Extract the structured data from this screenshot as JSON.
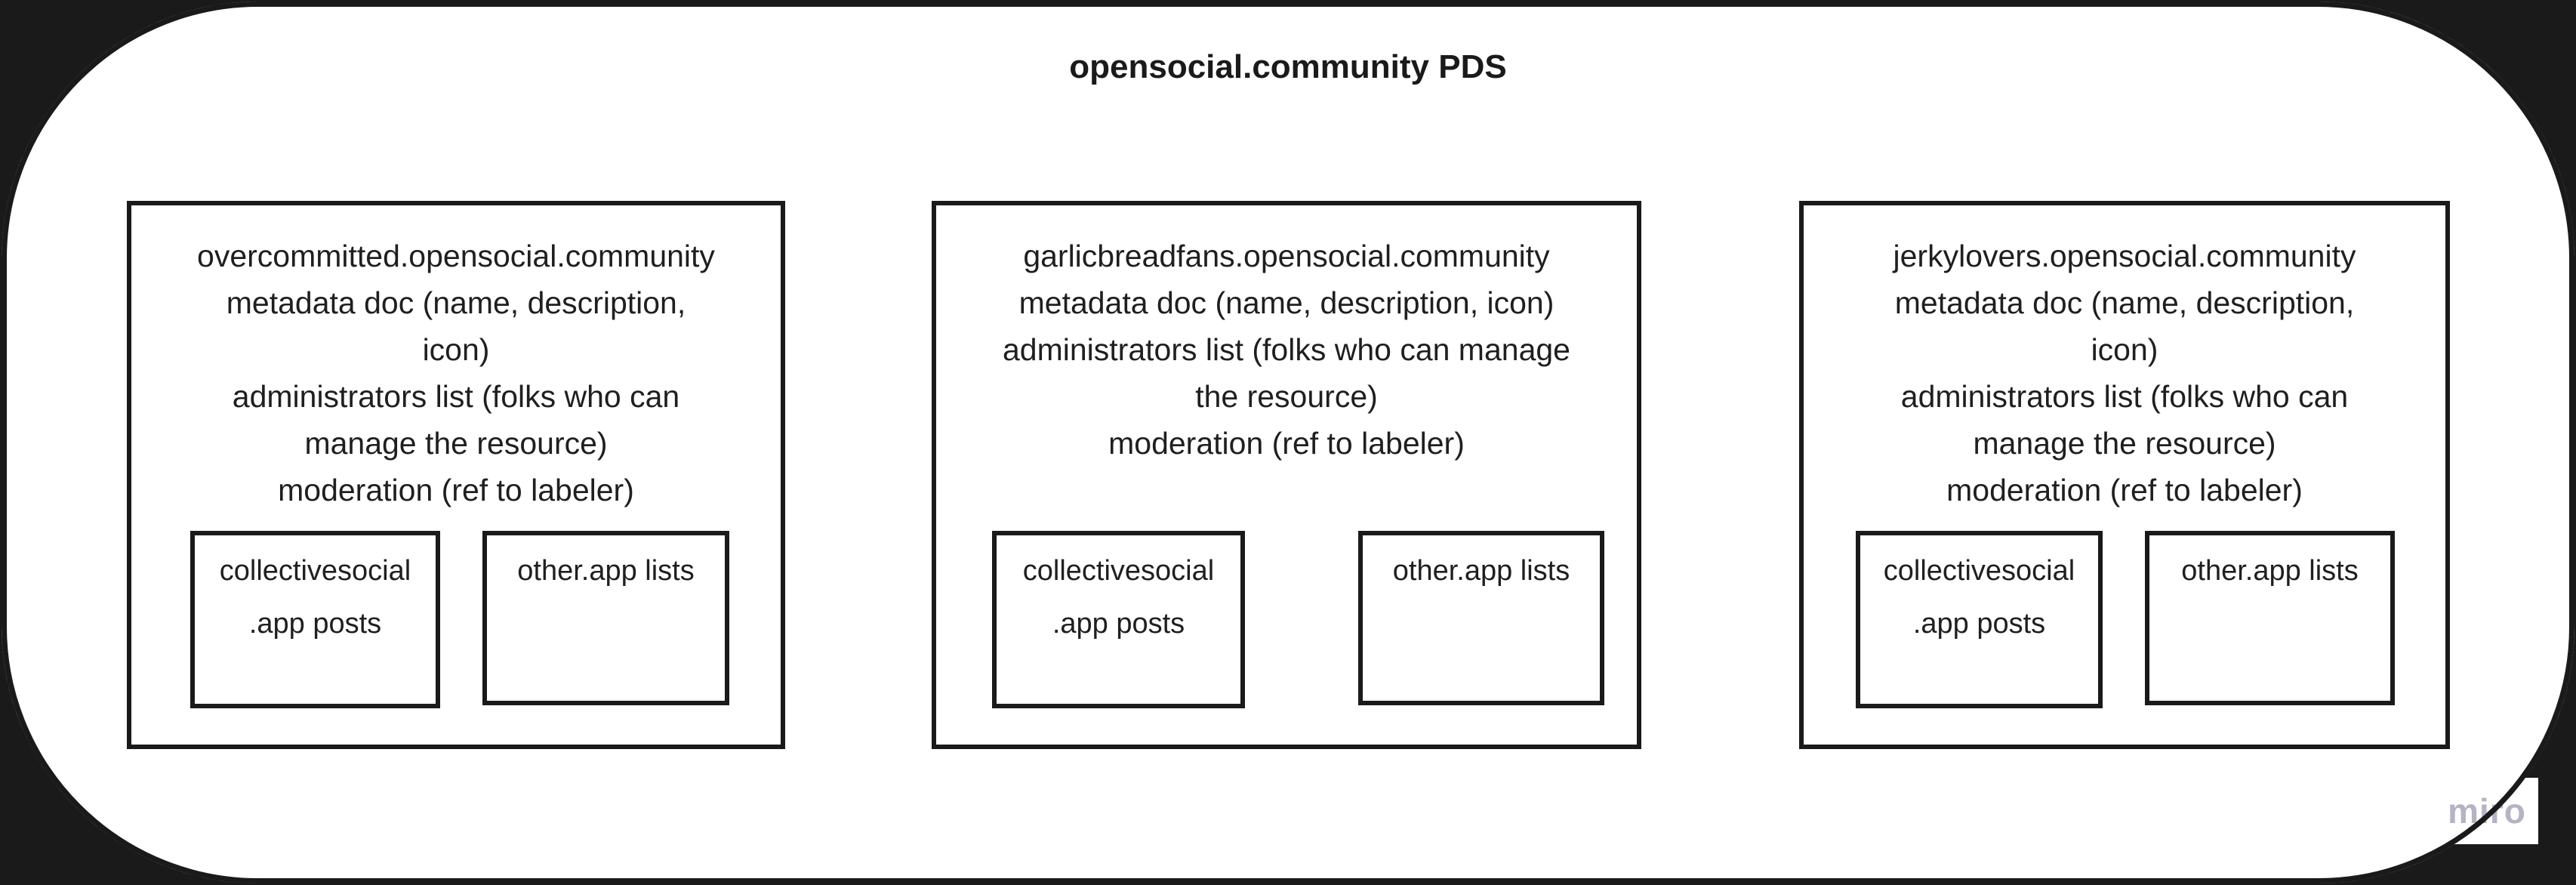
{
  "page": {
    "title": "opensocial.community PDS",
    "watermark": "miro",
    "colors": {
      "frame": "#1a1a1a",
      "box_border": "#1a1a1a",
      "text": "#1f1f1f",
      "board_background": "#ffffff",
      "watermark_text": "#b5b3c4"
    }
  },
  "communities": [
    {
      "name": "overcommitted.opensocial.community",
      "lines": [
        "overcommitted.opensocial.community",
        "metadata doc (name, description,",
        "icon)",
        "administrators list (folks who can",
        "manage the resource)",
        "moderation (ref to labeler)"
      ],
      "children": [
        {
          "name": "collectivesocial.app posts",
          "lines": [
            "collectivesocial",
            ".app posts"
          ]
        },
        {
          "name": "other.app lists",
          "lines": [
            "other.app lists"
          ]
        }
      ]
    },
    {
      "name": "garlicbreadfans.opensocial.community",
      "lines": [
        "garlicbreadfans.opensocial.community",
        "metadata doc (name, description, icon)",
        "administrators list (folks who can manage",
        "the resource)",
        "moderation (ref to labeler)"
      ],
      "children": [
        {
          "name": "collectivesocial.app posts",
          "lines": [
            "collectivesocial",
            ".app posts"
          ]
        },
        {
          "name": "other.app lists",
          "lines": [
            "other.app lists"
          ]
        }
      ]
    },
    {
      "name": "jerkylovers.opensocial.community",
      "lines": [
        "jerkylovers.opensocial.community",
        "metadata doc (name, description,",
        "icon)",
        "administrators list (folks who can",
        "manage the resource)",
        "moderation (ref to labeler)"
      ],
      "children": [
        {
          "name": "collectivesocial.app posts",
          "lines": [
            "collectivesocial",
            ".app posts"
          ]
        },
        {
          "name": "other.app lists",
          "lines": [
            "other.app lists"
          ]
        }
      ]
    }
  ]
}
